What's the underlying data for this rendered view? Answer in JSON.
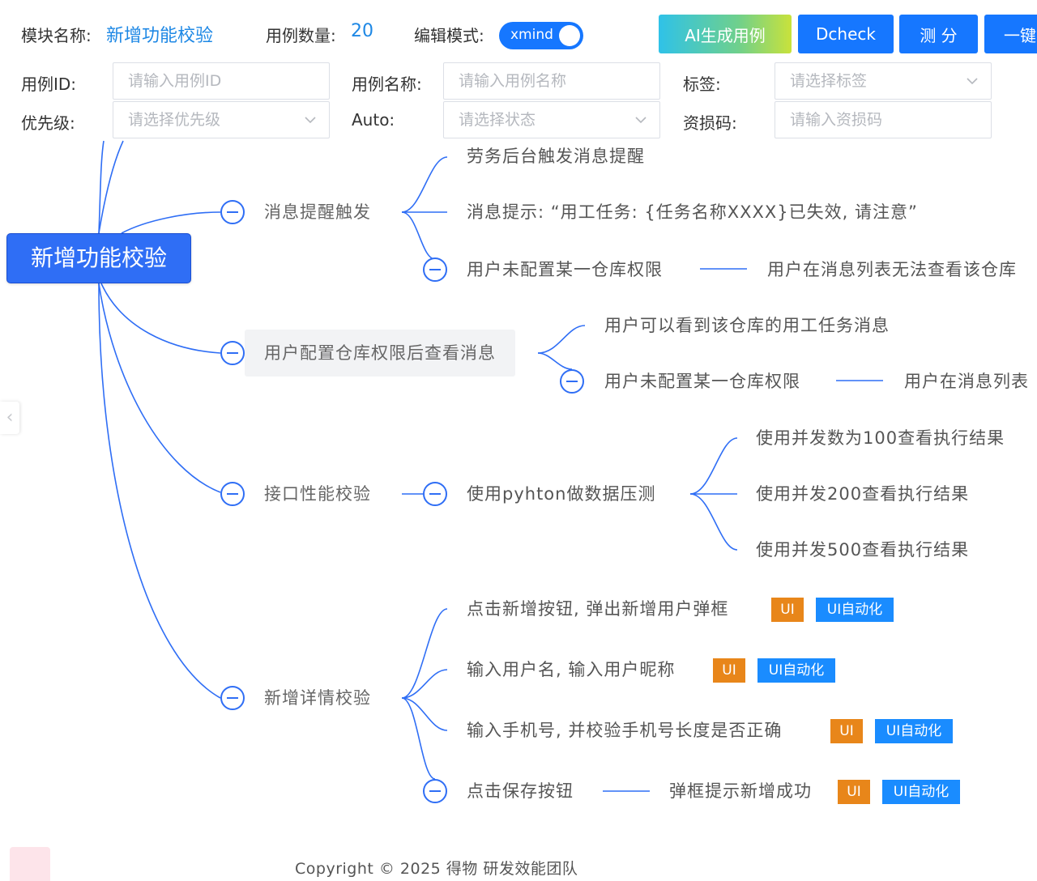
{
  "header": {
    "module_label": "模块名称:",
    "module_name": "新增功能校验",
    "count_label": "用例数量:",
    "count_value": "20",
    "mode_label": "编辑模式:",
    "mode_toggle_text": "xmind",
    "buttons": {
      "ai": "AI生成用例",
      "dcheck": "Dcheck",
      "score": "测 分",
      "onekey": "一键"
    }
  },
  "filters": {
    "case_id": {
      "label": "用例ID:",
      "placeholder": "请输入用例ID"
    },
    "case_name": {
      "label": "用例名称:",
      "placeholder": "请输入用例名称"
    },
    "tags": {
      "label": "标签:",
      "placeholder": "请选择标签"
    },
    "priority": {
      "label": "优先级:",
      "placeholder": "请选择优先级"
    },
    "auto": {
      "label": "Auto:",
      "placeholder": "请选择状态"
    },
    "loss_code": {
      "label": "资损码:",
      "placeholder": "请输入资损码"
    }
  },
  "mindmap": {
    "root": "新增功能校验",
    "b1": {
      "label": "消息提醒触发",
      "c1": "劳务后台触发消息提醒",
      "c2": "消息提示: “用工任务: {任务名称XXXX}已失效, 请注意”",
      "c3": "用户未配置某一仓库权限",
      "c3_child": "用户在消息列表无法查看该仓库"
    },
    "b2": {
      "label": "用户配置仓库权限后查看消息",
      "c1": "用户可以看到该仓库的用工任务消息",
      "c2": "用户未配置某一仓库权限",
      "c2_child": "用户在消息列表"
    },
    "b3": {
      "label": "接口性能校验",
      "c1": "使用pyhton做数据压测",
      "g1": "使用并发数为100查看执行结果",
      "g2": "使用并发200查看执行结果",
      "g3": "使用并发500查看执行结果"
    },
    "b4": {
      "label": "新增详情校验",
      "c1": "点击新增按钮, 弹出新增用户弹框",
      "c2": "输入用户名, 输入用户昵称",
      "c3": "输入手机号, 并校验手机号长度是否正确",
      "c4": "点击保存按钮",
      "c4_child": "弹框提示新增成功"
    },
    "tag_ui": "UI",
    "tag_auto": "UI自动化"
  },
  "side_handle": "‹",
  "footer": "Copyright © 2025 得物 研发效能团队",
  "colors": {
    "accent": "#1677ff",
    "root_node": "#2f6ef5",
    "tag_ui": "#e8861a",
    "tag_auto": "#1a8cff"
  }
}
